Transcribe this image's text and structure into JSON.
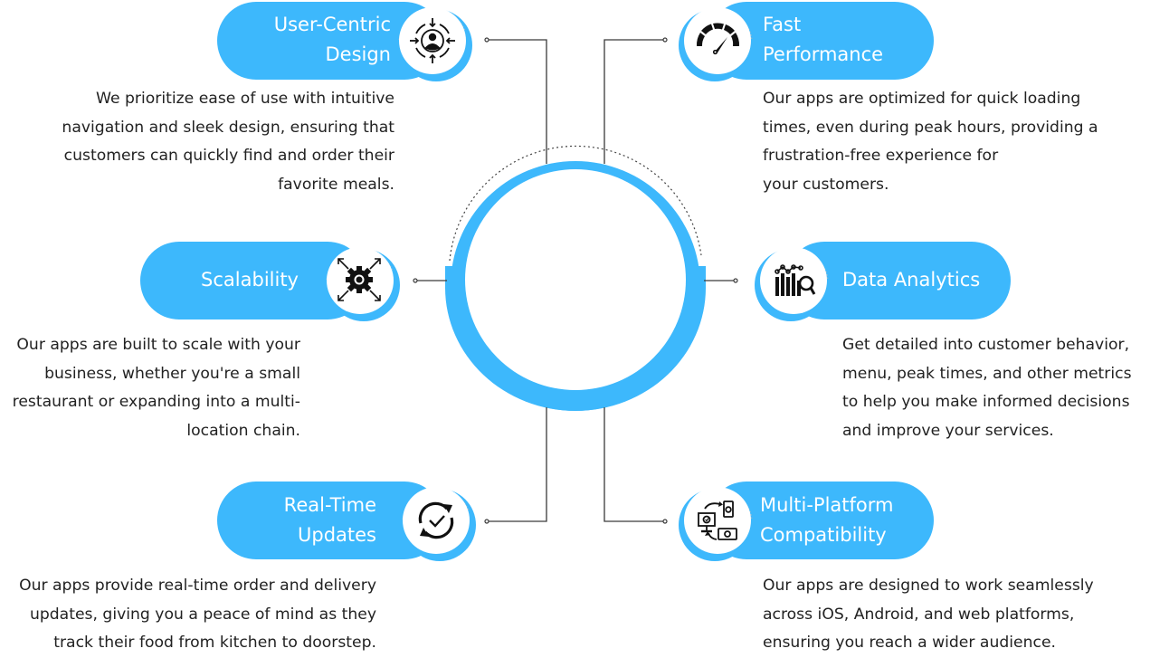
{
  "colors": {
    "accent": "#3db8fc",
    "text": "#222222",
    "line": "#333333",
    "white": "#ffffff"
  },
  "features": [
    {
      "id": "user-centric-design",
      "title_lines": [
        "User-Centric",
        "Design"
      ],
      "icon": "user-centric-icon",
      "description_lines": [
        "We prioritize ease of use with intuitive",
        "navigation and sleek design, ensuring that",
        "customers can quickly find and order their",
        "favorite meals."
      ]
    },
    {
      "id": "fast-performance",
      "title_lines": [
        "Fast",
        "Performance"
      ],
      "icon": "speedometer-icon",
      "description_lines": [
        "Our apps are optimized for quick loading",
        "times, even during peak hours, providing a",
        "frustration-free experience for",
        "your customers."
      ]
    },
    {
      "id": "scalability",
      "title_lines": [
        "Scalability"
      ],
      "icon": "gear-expand-icon",
      "description_lines": [
        "Our apps are built to scale with your",
        "business, whether you're a small",
        "restaurant or expanding into a multi-",
        "location chain."
      ]
    },
    {
      "id": "data-analytics",
      "title_lines": [
        "Data Analytics"
      ],
      "icon": "analytics-icon",
      "description_lines": [
        "Get detailed into customer behavior,",
        "menu, peak times, and other metrics",
        "to help you make informed decisions",
        "and improve your services."
      ]
    },
    {
      "id": "real-time-updates",
      "title_lines": [
        "Real-Time",
        "Updates"
      ],
      "icon": "sync-check-icon",
      "description_lines": [
        "Our apps provide real-time order and delivery",
        "updates, giving you a peace of mind as they",
        "track their food from kitchen to doorstep."
      ]
    },
    {
      "id": "multi-platform-compatibility",
      "title_lines": [
        "Multi-Platform",
        "Compatibility"
      ],
      "icon": "multi-device-icon",
      "description_lines": [
        "Our apps are designed to work seamlessly",
        "across iOS, Android, and web platforms,",
        "ensuring you reach a wider audience."
      ]
    }
  ]
}
